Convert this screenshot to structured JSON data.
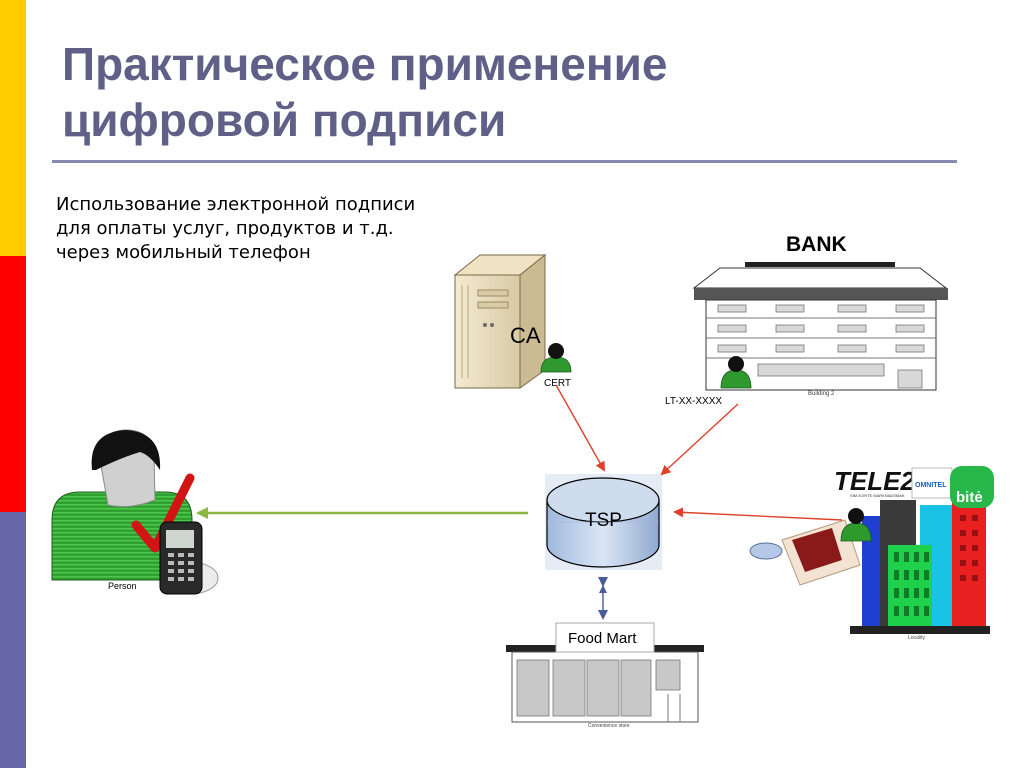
{
  "slide": {
    "title_line1": "Практическое применение",
    "title_line2": "цифровой подписи",
    "subtitle_lines": [
      "Использование электронной подписи",
      "для оплаты услуг, продуктов и т.д.",
      "через мобильный телефон"
    ]
  },
  "colors": {
    "title": "#5f5f88",
    "bar_yellow": "#ffcc00",
    "bar_red": "#ff0000",
    "bar_blue": "#6666aa",
    "arrow_red": "#e0402a",
    "arrow_green": "#8ab840",
    "arrow_blue": "#4a5a9a"
  },
  "diagram": {
    "ca_label": "CA",
    "cert_label": "CERT",
    "bank_label": "BANK",
    "building_caption": "Building 2",
    "account_label": "LT-XX-XXXX",
    "tsp_label": "TSP",
    "person_caption": "Person",
    "food_mart_label": "Food Mart",
    "store_caption": "Convenience store",
    "operators_caption": "Locality",
    "tele2_logo": "TELE2",
    "tele2_tagline": "SIM-KORTE MARKNADSMAK",
    "omnitel_logo": "OMNITEL",
    "bite_logo": "bitė"
  }
}
